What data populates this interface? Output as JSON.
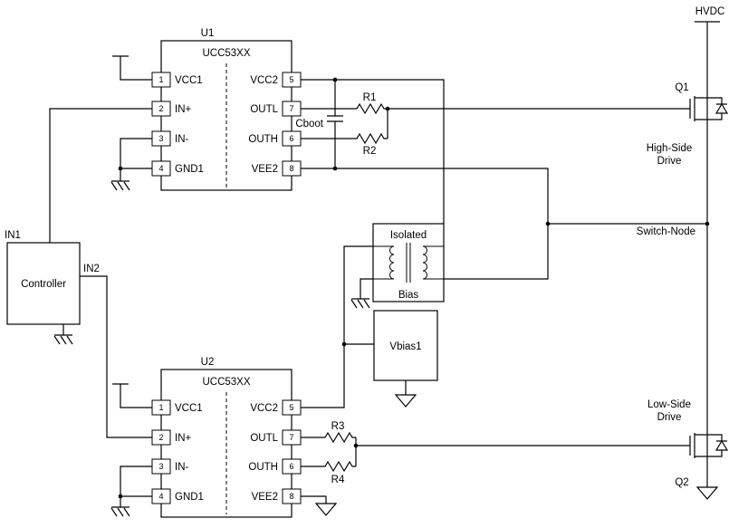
{
  "controller": {
    "label": "Controller",
    "out1_label": "IN1",
    "out2_label": "IN2"
  },
  "u1": {
    "designator": "U1",
    "part": "UCC53XX",
    "left_pins": [
      {
        "num": "1",
        "name": "VCC1"
      },
      {
        "num": "2",
        "name": "IN+"
      },
      {
        "num": "3",
        "name": "IN-"
      },
      {
        "num": "4",
        "name": "GND1"
      }
    ],
    "right_pins": [
      {
        "num": "5",
        "name": "VCC2"
      },
      {
        "num": "7",
        "name": "OUTL"
      },
      {
        "num": "6",
        "name": "OUTH"
      },
      {
        "num": "8",
        "name": "VEE2"
      }
    ]
  },
  "u2": {
    "designator": "U2",
    "part": "UCC53XX",
    "left_pins": [
      {
        "num": "1",
        "name": "VCC1"
      },
      {
        "num": "2",
        "name": "IN+"
      },
      {
        "num": "3",
        "name": "IN-"
      },
      {
        "num": "4",
        "name": "GND1"
      }
    ],
    "right_pins": [
      {
        "num": "5",
        "name": "VCC2"
      },
      {
        "num": "7",
        "name": "OUTL"
      },
      {
        "num": "6",
        "name": "OUTH"
      },
      {
        "num": "8",
        "name": "VEE2"
      }
    ]
  },
  "resistors": {
    "r1": "R1",
    "r2": "R2",
    "r3": "R3",
    "r4": "R4"
  },
  "capacitors": {
    "cboot": "Cboot"
  },
  "bias": {
    "block_line1": "Isolated",
    "block_line2": "Bias",
    "supply": "Vbias1"
  },
  "mosfets": {
    "q1": {
      "designator": "Q1",
      "role_line1": "High-Side",
      "role_line2": "Drive"
    },
    "q2": {
      "designator": "Q2",
      "role_line1": "Low-Side",
      "role_line2": "Drive"
    }
  },
  "nets": {
    "hvdc": "HVDC",
    "switch_node": "Switch-Node"
  }
}
